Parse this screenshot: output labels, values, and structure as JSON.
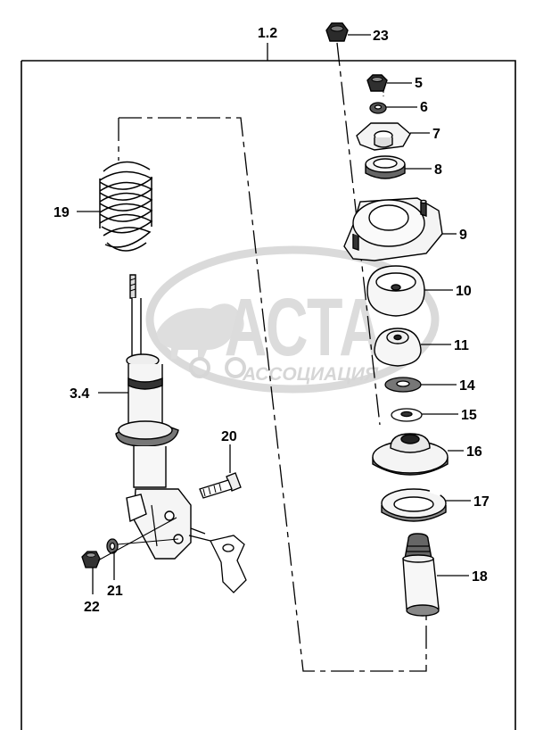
{
  "watermark": {
    "brand": "АСТА",
    "subtitle": "АССОЦИАЦИЯ",
    "color": "#d4d4d4"
  },
  "callouts": {
    "c1_2": "1.2",
    "c3_4": "3.4",
    "c5": "5",
    "c6": "6",
    "c7": "7",
    "c8": "8",
    "c9": "9",
    "c10": "10",
    "c11": "11",
    "c14": "14",
    "c15": "15",
    "c16": "16",
    "c17": "17",
    "c18": "18",
    "c19": "19",
    "c20": "20",
    "c21": "21",
    "c22": "22",
    "c23": "23"
  },
  "colors": {
    "line": "#000000",
    "paper": "#ffffff",
    "shade": "#6e6e6e",
    "dark": "#1a1a1a"
  }
}
